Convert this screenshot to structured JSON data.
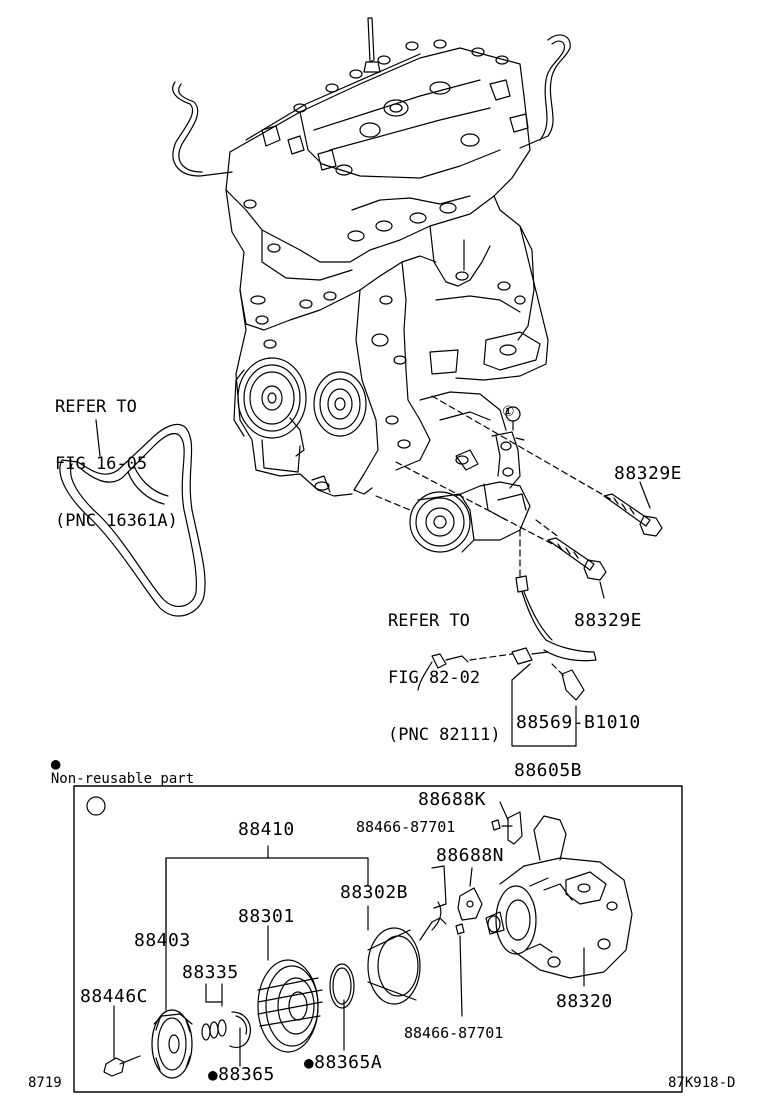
{
  "refs": {
    "belt": [
      "REFER TO",
      "FIG 16-05",
      "(PNC 16361A)"
    ],
    "wire": [
      "REFER TO",
      "FIG 82-02",
      "(PNC 82111)"
    ]
  },
  "legend": {
    "symbol": "●",
    "text": "Non-reusable part"
  },
  "callouts": {
    "bolt_upper": "88329E",
    "bolt_lower": "88329E",
    "sensor": "88569-B1010",
    "harness": "88605B",
    "inset_marker": "①",
    "engine_marker": "①"
  },
  "inset": {
    "p88688K": "88688K",
    "p88466_top": "88466-87701",
    "p88410": "88410",
    "p88688N": "88688N",
    "p88302B": "88302B",
    "p88301": "88301",
    "p88403": "88403",
    "p88335": "88335",
    "p88446C": "88446C",
    "p88365": "88365",
    "p88365A": "88365A",
    "p88466_bottom": "88466-87701",
    "p88320": "88320",
    "bullet": "●"
  },
  "footer": {
    "left": "8719",
    "right": "87K918-D"
  }
}
